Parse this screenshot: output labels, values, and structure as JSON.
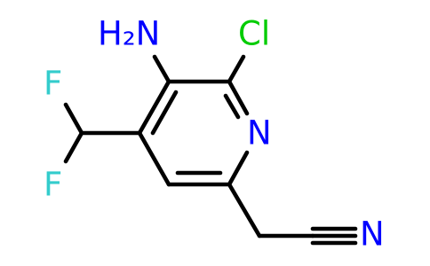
{
  "molecule": {
    "atoms": {
      "amino": {
        "text": "H₂N",
        "color": "#0000FF"
      },
      "chloro": {
        "text": "Cl",
        "color": "#00CC00"
      },
      "ring_n": {
        "text": "N",
        "color": "#0000FF"
      },
      "fluoro_top": {
        "text": "F",
        "color": "#33CCCC"
      },
      "fluoro_bottom": {
        "text": "F",
        "color": "#33CCCC"
      },
      "nitrile_n": {
        "text": "N",
        "color": "#0000FF"
      }
    },
    "bond_color": "#000000"
  }
}
